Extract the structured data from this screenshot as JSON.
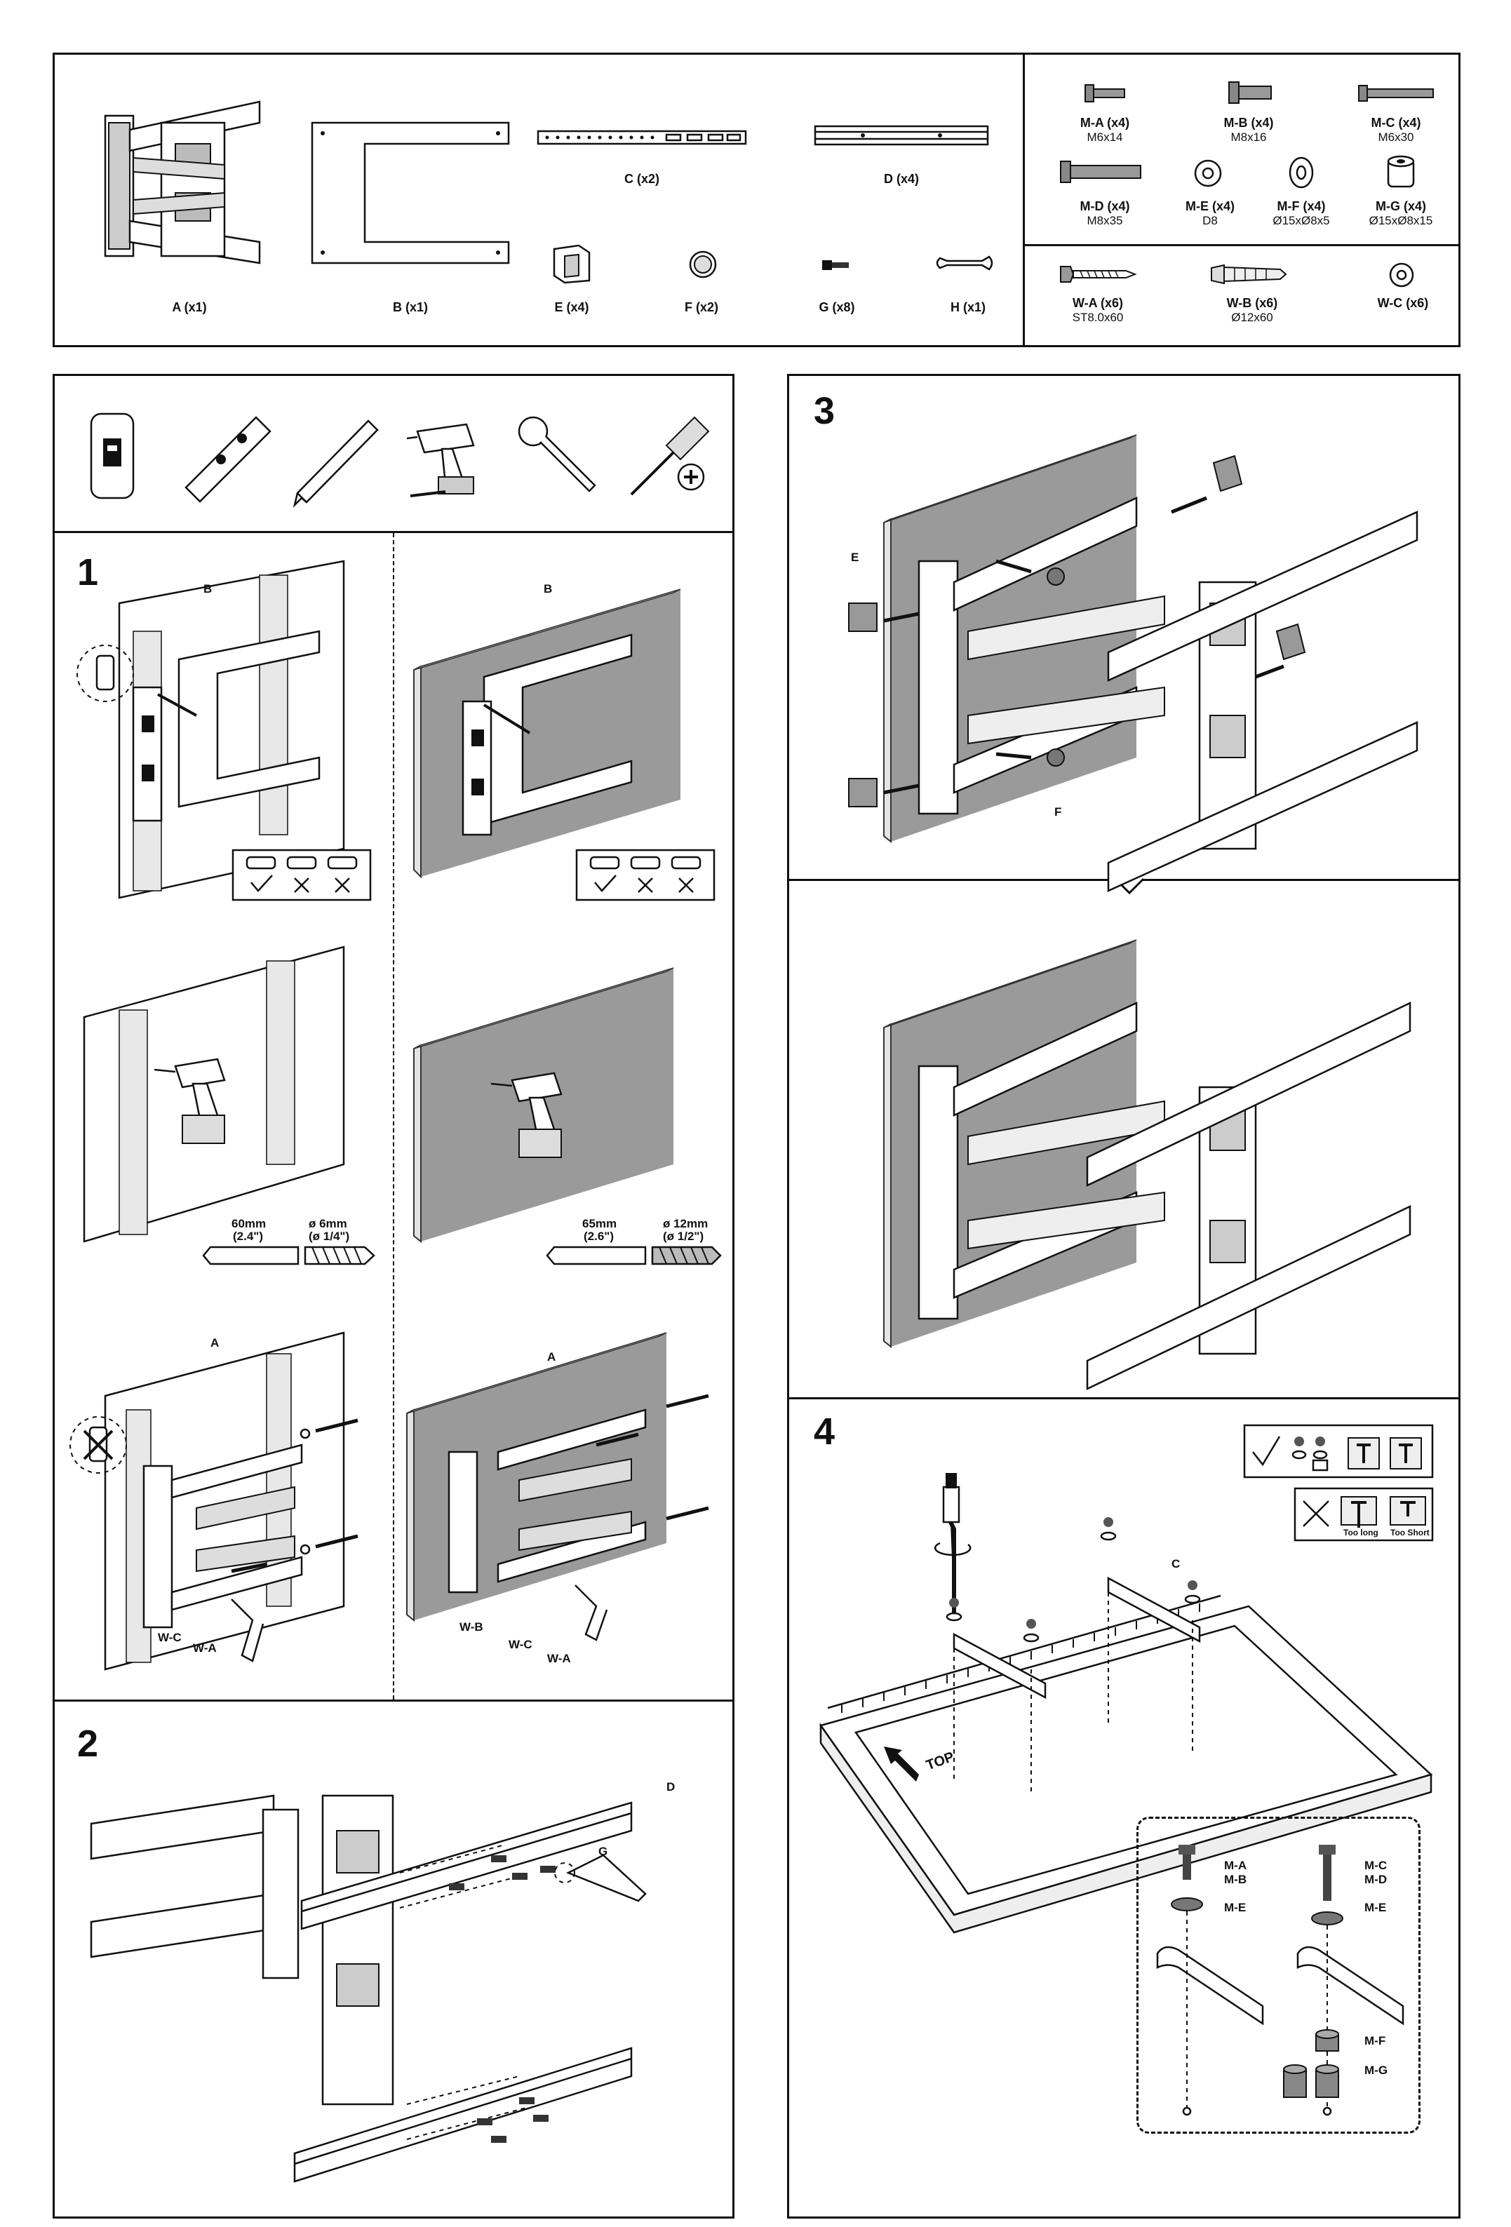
{
  "parts": [
    {
      "id": "part-a",
      "label": "A (x1)"
    },
    {
      "id": "part-b",
      "label": "B (x1)"
    },
    {
      "id": "part-c",
      "label": "C (x2)"
    },
    {
      "id": "part-d",
      "label": "D (x4)"
    },
    {
      "id": "part-e",
      "label": "E (x4)"
    },
    {
      "id": "part-f",
      "label": "F (x2)"
    },
    {
      "id": "part-g",
      "label": "G (x8)"
    },
    {
      "id": "part-h",
      "label": "H (x1)"
    }
  ],
  "screws": [
    {
      "label": "M-A (x4)",
      "size": "M6x14"
    },
    {
      "label": "M-B (x4)",
      "size": "M8x16"
    },
    {
      "label": "M-C (x4)",
      "size": "M6x30"
    },
    {
      "label": "M-D (x4)",
      "size": "M8x35"
    },
    {
      "label": "M-E (x4)",
      "size": "D8"
    },
    {
      "label": "M-F (x4)",
      "size": "Ø15xØ8x5"
    },
    {
      "label": "M-G (x4)",
      "size": "Ø15xØ8x15"
    }
  ],
  "wall_hardware": [
    {
      "label": "W-A (x6)",
      "size": "ST8.0x60"
    },
    {
      "label": "W-B (x6)",
      "size": "Ø12x60"
    },
    {
      "label": "W-C (x6)",
      "size": ""
    }
  ],
  "steps": {
    "s1": "1",
    "s2": "2",
    "s3": "3",
    "s4": "4"
  },
  "step1": {
    "label_b": "B",
    "label_a": "A",
    "wood": {
      "depth": "60mm",
      "depth_in": "(2.4\")",
      "drill": "ø 6mm",
      "drill_in": "(ø 1/4\")"
    },
    "concrete": {
      "depth": "65mm",
      "depth_in": "(2.6\")",
      "drill": "ø 12mm",
      "drill_in": "(ø 1/2\")"
    },
    "wc": "W-C",
    "wa": "W-A",
    "wb": "W-B"
  },
  "step2": {
    "label_d": "D",
    "label_g": "G"
  },
  "step3": {
    "label_e": "E",
    "label_f": "F"
  },
  "step4": {
    "label_c": "C",
    "top": "TOP",
    "too_long": "Too long",
    "too_short": "Too Short",
    "ma": "M-A",
    "mb": "M-B",
    "mc": "M-C",
    "md": "M-D",
    "me": "M-E",
    "mf": "M-F",
    "mg": "M-G"
  }
}
